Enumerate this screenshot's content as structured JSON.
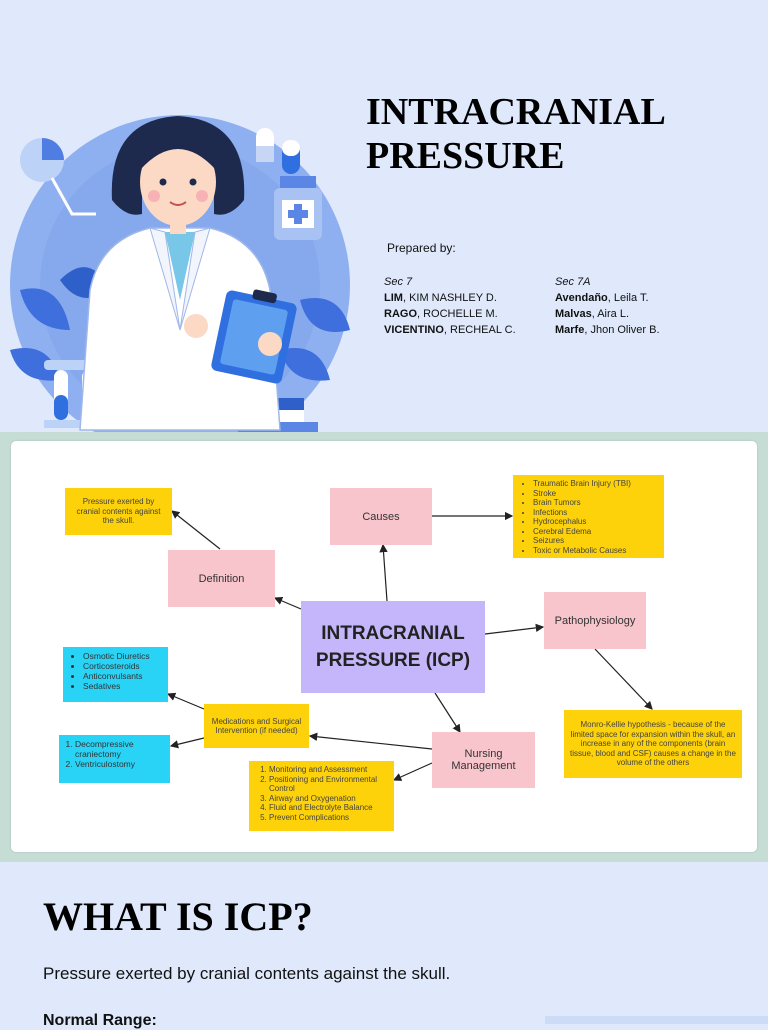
{
  "header": {
    "title_line1": "INTRACRANIAL",
    "title_line2": "PRESSURE",
    "prepared_by": "Prepared by:",
    "sections": [
      {
        "label": "Sec 7",
        "members": [
          {
            "last": "LIM",
            "first": ", KIM NASHLEY D."
          },
          {
            "last": "RAGO",
            "first": ", ROCHELLE M."
          },
          {
            "last": "VICENTINO",
            "first": ", RECHEAL C."
          }
        ]
      },
      {
        "label": "Sec 7A",
        "members": [
          {
            "last": "Avendaño",
            "first": ", Leila T."
          },
          {
            "last": "Malvas",
            "first": ", Aira L."
          },
          {
            "last": "Marfe",
            "first": ", Jhon Oliver B."
          }
        ]
      }
    ]
  },
  "concept_map": {
    "center_line1": "INTRACRANIAL",
    "center_line2": "PRESSURE (ICP)",
    "definition": "Definition",
    "definition_text": "Pressure exerted by cranial contents against the skull.",
    "causes": "Causes",
    "causes_list": [
      "Traumatic Brain Injury (TBI)",
      "Stroke",
      "Brain Tumors",
      "Infections",
      "Hydrocephalus",
      "Cerebral Edema",
      "Seizures",
      "Toxic or Metabolic Causes"
    ],
    "pathophysiology": "Pathophysiology",
    "patho_text": "Monro-Kellie hypothesis - because of the limited space for expansion within the skull, an increase in any of the components (brain tissue, blood and CSF) causes a change in the volume of the others",
    "nursing_line1": "Nursing",
    "nursing_line2": "Management",
    "nursing_list": [
      "Monitoring and Assessment",
      "Positioning and Environmental Control",
      "Airway and Oxygenation",
      "Fluid and Electrolyte Balance",
      "Prevent Complications"
    ],
    "meds": "Medications and Surgical Intervention (if needed)",
    "meds_list": [
      "Osmotic Diuretics",
      "Corticosteroids",
      "Anticonvulsants",
      "Sedatives"
    ],
    "surgery_list": [
      "Decompressive craniectomy",
      "Ventriculostomy"
    ]
  },
  "section": {
    "heading": "WHAT IS ICP?",
    "paragraph": "Pressure exerted by cranial contents against the skull.",
    "normal_range": "Normal Range:"
  },
  "colors": {
    "background": "#dfe9fb",
    "pink": "#f9c5cc",
    "yellow": "#fdd20a",
    "cyan": "#29d3f6",
    "purple": "#c5b6fb",
    "band": "#c6ddd6"
  }
}
